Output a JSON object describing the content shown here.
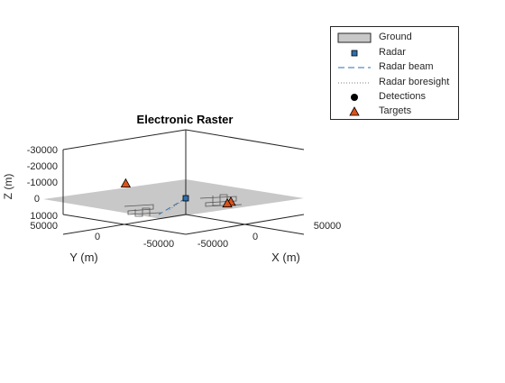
{
  "chart_data": {
    "type": "scatter",
    "title": "Electronic Raster",
    "xlabel": "X (m)",
    "ylabel": "Y (m)",
    "zlabel": "Z (m)",
    "x_ticks": [
      "-50000",
      "0",
      "50000"
    ],
    "y_ticks": [
      "50000",
      "0",
      "-50000"
    ],
    "z_ticks": [
      "-30000",
      "-20000",
      "-10000",
      "0",
      "10000"
    ],
    "xlim": [
      -50000,
      50000
    ],
    "ylim": [
      -50000,
      50000
    ],
    "zlim": [
      -30000,
      10000
    ],
    "z_direction": "reversed",
    "grid": false,
    "legend_position": "top-right",
    "legend": [
      "Ground",
      "Radar",
      "Radar beam",
      "Radar boresight",
      "Detections",
      "Targets"
    ],
    "series": [
      {
        "name": "Radar",
        "points": [
          {
            "x": 0,
            "y": 0,
            "z": 0
          }
        ]
      },
      {
        "name": "Targets",
        "points": [
          {
            "x": -28000,
            "y": 22000,
            "z": -3000
          },
          {
            "x": 34000,
            "y": -4000,
            "z": -2500
          },
          {
            "x": 4000,
            "y": -30000,
            "z": -1000
          }
        ]
      }
    ],
    "colors": {
      "ground": "#c8c8c8",
      "radar": "#2e6fb0",
      "beam": "#2e6fb0",
      "boresight": "#808080",
      "detections": "#000000",
      "targets": "#d95319"
    }
  }
}
